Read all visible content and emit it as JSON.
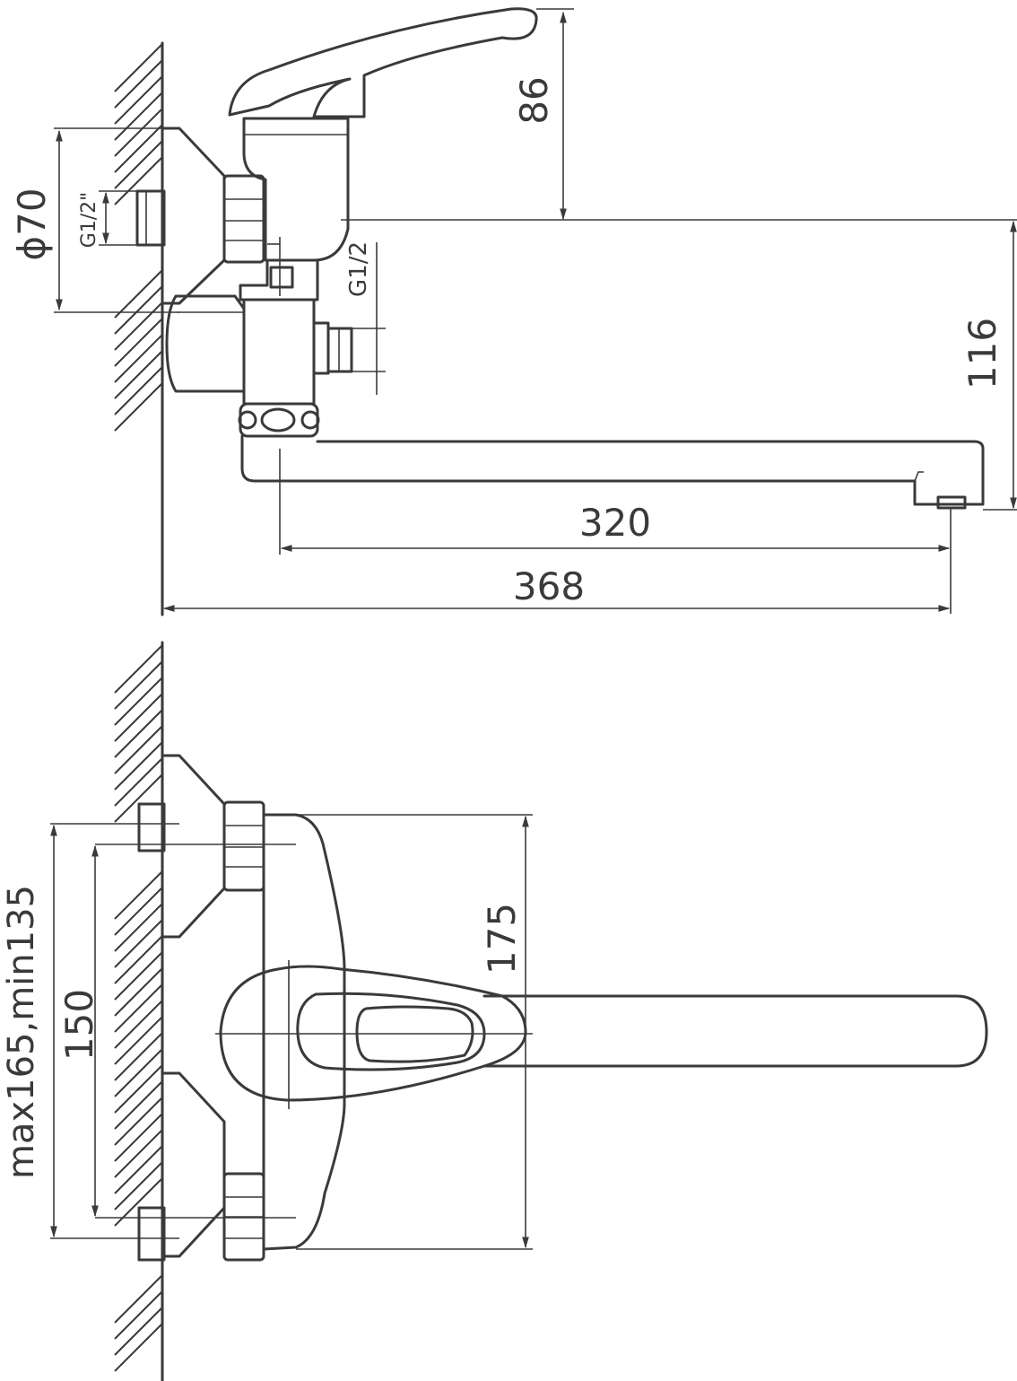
{
  "colors": {
    "ink": "#3a3a3a",
    "background": "#ffffff"
  },
  "top_view": {
    "dimensions": {
      "height_handle": "86",
      "height_spout": "116",
      "spout_reach": "320",
      "overall_length": "368",
      "flange_diameter": "ϕ70",
      "thread_left": "G1/2\"",
      "thread_right": "G1/2"
    }
  },
  "front_view": {
    "dimensions": {
      "body_height": "175",
      "centers": "150",
      "centers_range": "max165,min135"
    }
  }
}
